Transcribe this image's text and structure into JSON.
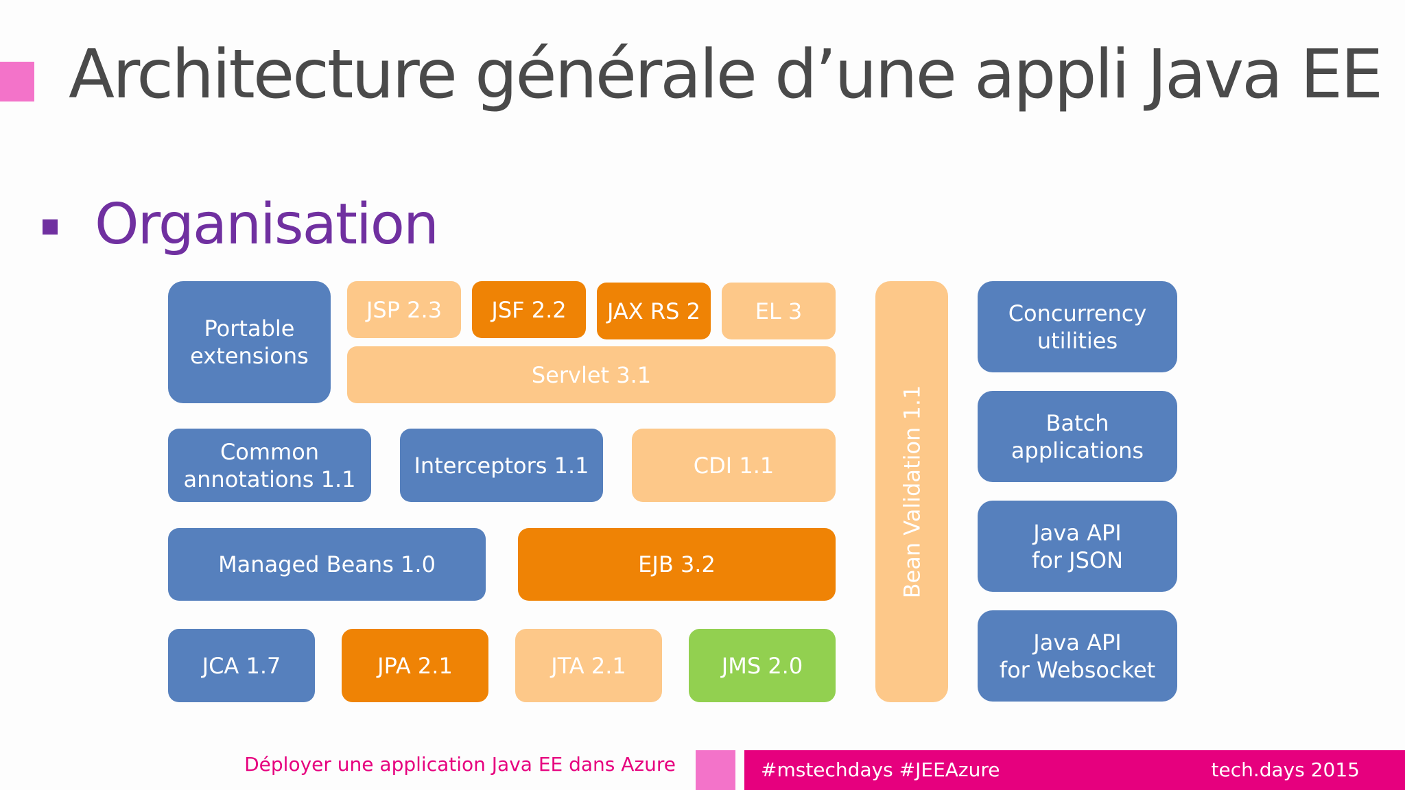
{
  "title": "Architecture générale d’une appli Java EE 7",
  "subtitle": "Organisation",
  "boxes": {
    "portable_extensions": "Portable\nextensions",
    "jsp": "JSP 2.3",
    "jsf": "JSF 2.2",
    "jaxrs": "JAX RS 2",
    "el": "EL 3",
    "servlet": "Servlet 3.1",
    "bean_validation": "Bean Validation 1.1",
    "concurrency": "Concurrency\nutilities",
    "batch": "Batch\napplications",
    "json": "Java API\nfor JSON",
    "websocket": "Java API\nfor Websocket",
    "common_annotations": "Common\nannotations 1.1",
    "interceptors": "Interceptors 1.1",
    "cdi": "CDI 1.1",
    "managed_beans": "Managed Beans 1.0",
    "ejb": "EJB 3.2",
    "jca": "JCA 1.7",
    "jpa": "JPA 2.1",
    "jta": "JTA 2.1",
    "jms": "JMS 2.0"
  },
  "footer": {
    "left_text": "Déployer une application Java EE dans Azure",
    "hashtags": "#mstechdays #JEEAzure",
    "event": "tech.days 2015"
  },
  "colors": {
    "blue": "#5680bd",
    "orange": "#ef8305",
    "peach": "#fdc889",
    "green": "#92d050",
    "magenta": "#e6007e",
    "pink": "#f373c9",
    "purple": "#7030a0"
  }
}
